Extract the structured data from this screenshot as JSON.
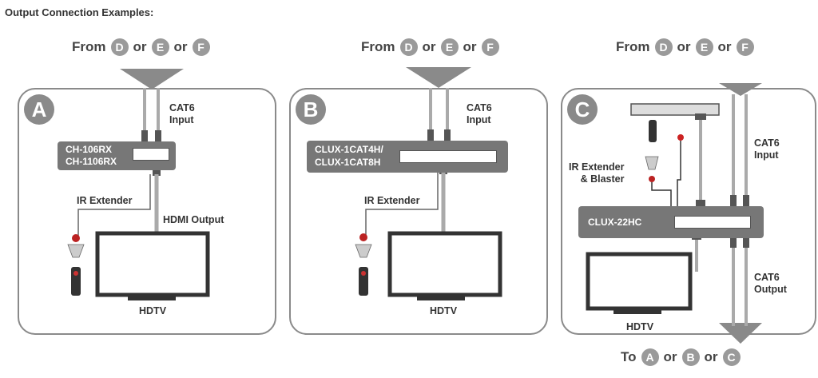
{
  "title": "Output Connection Examples:",
  "from_text": "From",
  "or_text": "or",
  "to_text": "To",
  "sources": [
    "D",
    "E",
    "F"
  ],
  "destinations": [
    "A",
    "B",
    "C"
  ],
  "panels": [
    {
      "letter": "A",
      "device_line1": "CH-106RX",
      "device_line2": "CH-1106RX",
      "input_label_1": "CAT6",
      "input_label_2": "Input",
      "ir_label": "IR Extender",
      "hdmi_label": "HDMI Output",
      "tv_label": "HDTV"
    },
    {
      "letter": "B",
      "device_line1": "CLUX-1CAT4H/",
      "device_line2": "CLUX-1CAT8H",
      "input_label_1": "CAT6",
      "input_label_2": "Input",
      "ir_label": "IR Extender",
      "tv_label": "HDTV"
    },
    {
      "letter": "C",
      "device_line1": "CLUX-22HC",
      "input_label_1": "CAT6",
      "input_label_2": "Input",
      "output_label_1": "CAT6",
      "output_label_2": "Output",
      "ir_label_1": "IR Extender",
      "ir_label_2": "& Blaster",
      "tv_label": "HDTV"
    }
  ],
  "colors": {
    "badge": "#9a9a9a",
    "device": "#777777",
    "panel_border": "#8a8a8a",
    "cable": "#aaaaaa"
  }
}
